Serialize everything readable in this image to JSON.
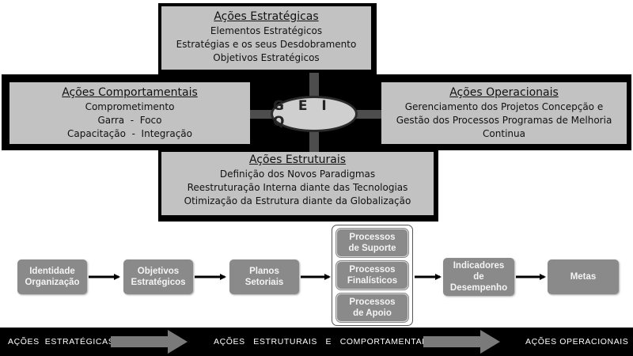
{
  "center": {
    "label": "G E I Q"
  },
  "panels": {
    "strategic": {
      "title": "Ações Estratégicas",
      "lines": [
        "Elementos Estratégicos",
        "Estratégias e os seus Desdobramento",
        "Objetivos Estratégicos"
      ]
    },
    "behavioral": {
      "title": "Ações Comportamentais",
      "lines": [
        "Comprometimento",
        "Garra  -  Foco",
        "Capacitação  -  Integração"
      ]
    },
    "operational": {
      "title": "Ações Operacionais",
      "lines": [
        "Gerenciamento dos Projetos Concepção e",
        "Gestão dos Processos Programas de Melhoria",
        "Continua"
      ]
    },
    "structural": {
      "title": "Ações Estruturais",
      "lines": [
        "Definição dos Novos Paradigmas",
        "Reestruturação Interna diante das Tecnologias",
        "Otimização da Estrutura diante da Globalização"
      ]
    }
  },
  "flow": {
    "identity": [
      "Identidade",
      "Organização"
    ],
    "objectives": [
      "Objetivos",
      "Estratégicos"
    ],
    "plans": [
      "Planos",
      "Setoriais"
    ],
    "support": [
      "Processos",
      "de Suporte"
    ],
    "finalistic": [
      "Processos",
      "Finalísticos"
    ],
    "backing": [
      "Processos",
      "de Apoio"
    ],
    "indicators": [
      "Indicadores",
      "de",
      "Desempenho"
    ],
    "goals": [
      "Metas"
    ]
  },
  "bottom_bar": {
    "left": "AÇÕES  ESTRATÉGICAS",
    "middle": "AÇÕES   ESTRUTURAIS   E   COMPORTAMENTAIS",
    "right": "AÇÕES OPERACIONAIS"
  }
}
